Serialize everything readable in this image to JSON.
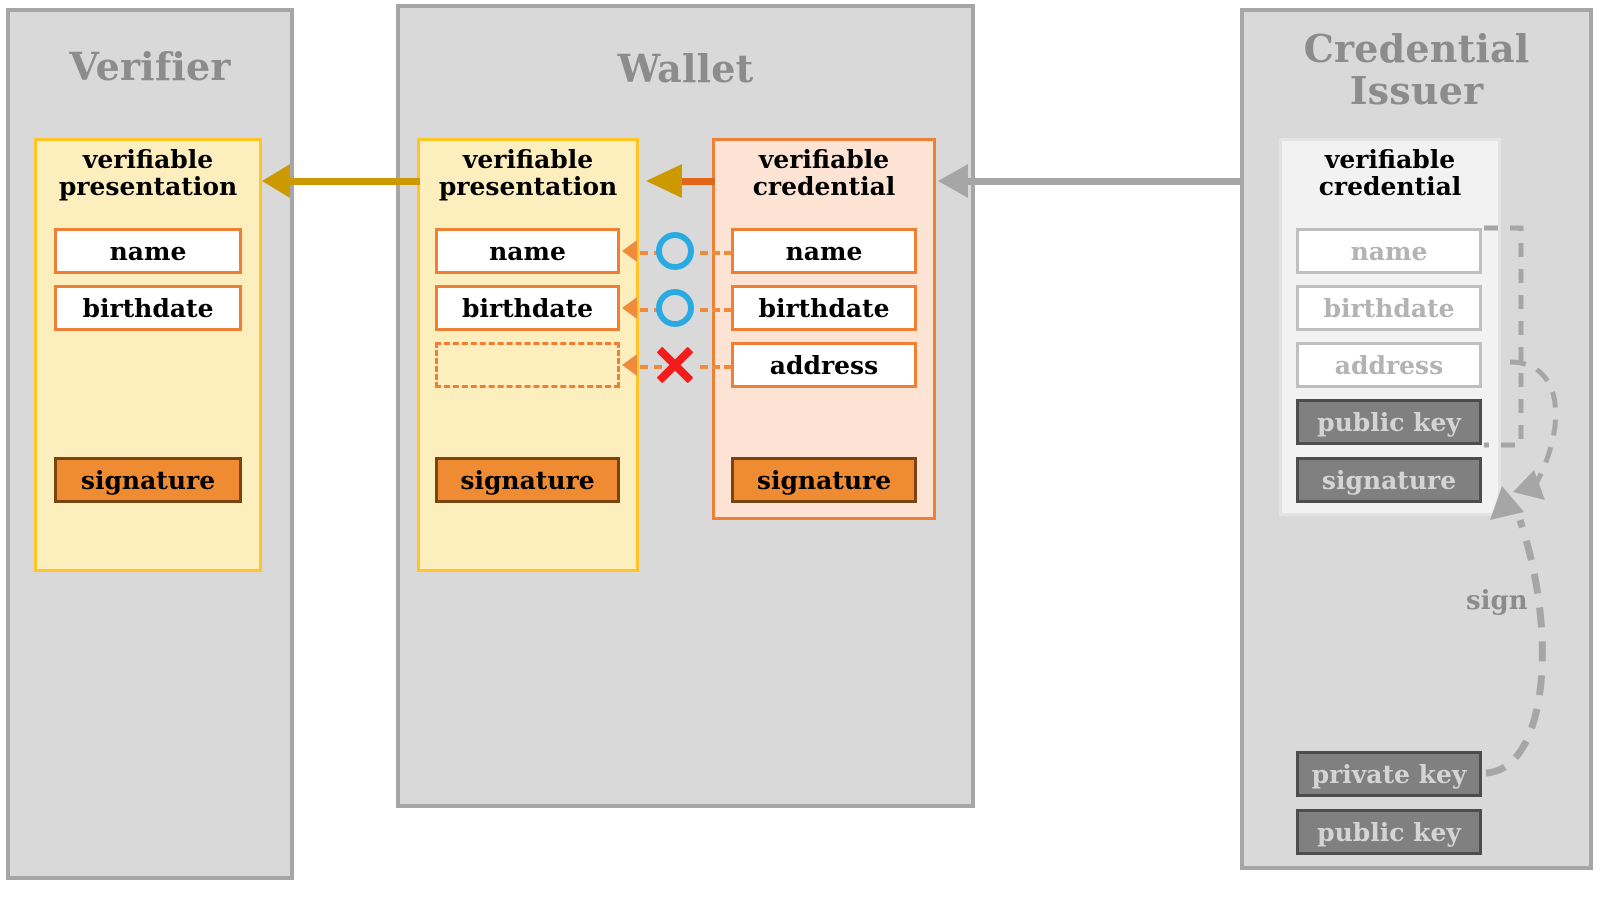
{
  "diagram": {
    "title_semantics": "verifiable-credential-selective-disclosure-flow",
    "colors": {
      "panel_fill": "#d9d9d9",
      "panel_border": "#a6a6a6",
      "panel_title": "#8c8c8c",
      "vp_fill": "#fdeebd",
      "vp_border": "#ffc425",
      "vc_fill": "#fde3d4",
      "vc_border": "#ee7f35",
      "claim_border": "#ee7f35",
      "signature_fill": "#ee8b33",
      "signature_border": "#7a4411",
      "ghost_text": "#b3b3b3",
      "key_fill": "#808080",
      "key_border": "#4d4d4d",
      "marker_ok": "#29ABE2",
      "marker_no": "#f31b1b",
      "gold_arrow": "#cc9900",
      "orange_arrow": "#e2661a",
      "gray_arrow": "#a6a6a6",
      "dashed_connector": "#ef8b3c"
    }
  },
  "panels": [
    {
      "id": "verifier",
      "title": "Verifier"
    },
    {
      "id": "wallet",
      "title": "Wallet"
    },
    {
      "id": "issuer",
      "title": "Credential\nIssuer"
    }
  ],
  "verifier": {
    "presentation": {
      "title": "verifiable\npresentation",
      "claims": [
        "name",
        "birthdate"
      ],
      "signature": "signature"
    }
  },
  "wallet": {
    "presentation": {
      "title": "verifiable\npresentation",
      "claims": [
        "name",
        "birthdate",
        ""
      ],
      "signature": "signature"
    },
    "credential": {
      "title": "verifiable\ncredential",
      "claims": [
        "name",
        "birthdate",
        "address"
      ],
      "signature": "signature"
    },
    "mapping_markers": [
      "disclosed",
      "disclosed",
      "withheld"
    ]
  },
  "issuer": {
    "credential": {
      "title": "verifiable\ncredential",
      "claims": [
        "name",
        "birthdate",
        "address"
      ],
      "public_key": "public key",
      "signature": "signature"
    },
    "keys": [
      "private key",
      "public key"
    ],
    "sign_label": "sign"
  }
}
